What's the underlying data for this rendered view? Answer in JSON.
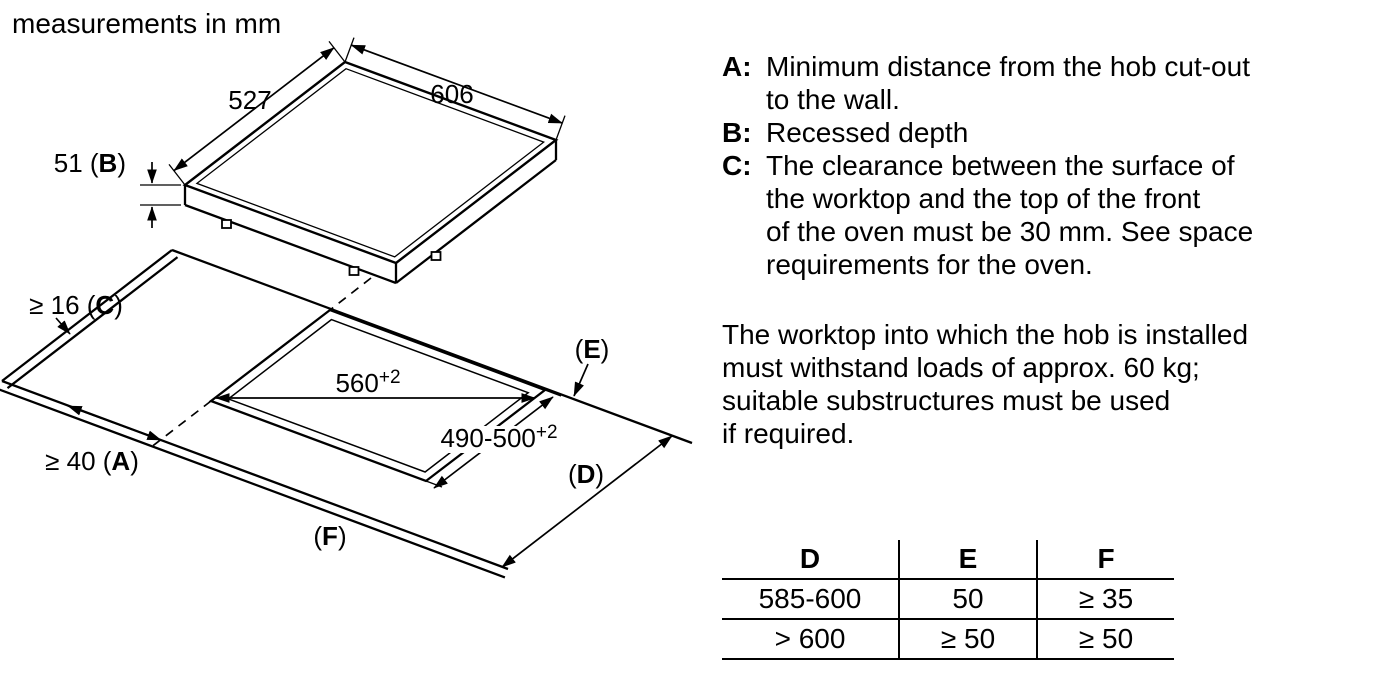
{
  "colors": {
    "ink": "#000000",
    "background": "#ffffff"
  },
  "title": "measurements in mm",
  "diagram": {
    "dim_527": "527",
    "dim_606": "606",
    "dim_b": {
      "pre": "51 (",
      "letter": "B",
      "post": ")"
    },
    "dim_c": {
      "pre": "≥ 16 (",
      "letter": "C",
      "post": ")"
    },
    "dim_a": {
      "pre": "≥ 40 (",
      "letter": "A",
      "post": ")"
    },
    "label_e": {
      "pre": "(",
      "letter": "E",
      "post": ")"
    },
    "label_d": {
      "pre": "(",
      "letter": "D",
      "post": ")"
    },
    "label_f": {
      "pre": "(",
      "letter": "F",
      "post": ")"
    },
    "dim_560": {
      "base": "560",
      "sup": "+2"
    },
    "dim_490": {
      "base": "490-500",
      "sup": "+2"
    }
  },
  "notes": [
    {
      "term": "A:",
      "lines": [
        "Minimum distance from the hob cut-out",
        "to the wall."
      ]
    },
    {
      "term": "B:",
      "lines": [
        "Recessed depth"
      ]
    },
    {
      "term": "C:",
      "lines": [
        "The clearance between the surface of",
        "the worktop and the top of the front",
        "of the oven must be 30 mm. See space",
        "requirements for the oven."
      ]
    }
  ],
  "paragraph_lines": [
    "The worktop into which the hob is installed",
    "must withstand loads of approx. 60 kg;",
    "suitable substructures must be used",
    "if required."
  ],
  "table": {
    "headers": [
      "D",
      "E",
      "F"
    ],
    "rows": [
      [
        "585-600",
        "50",
        "≥ 35"
      ],
      [
        "> 600",
        "≥ 50",
        "≥ 50"
      ]
    ]
  }
}
